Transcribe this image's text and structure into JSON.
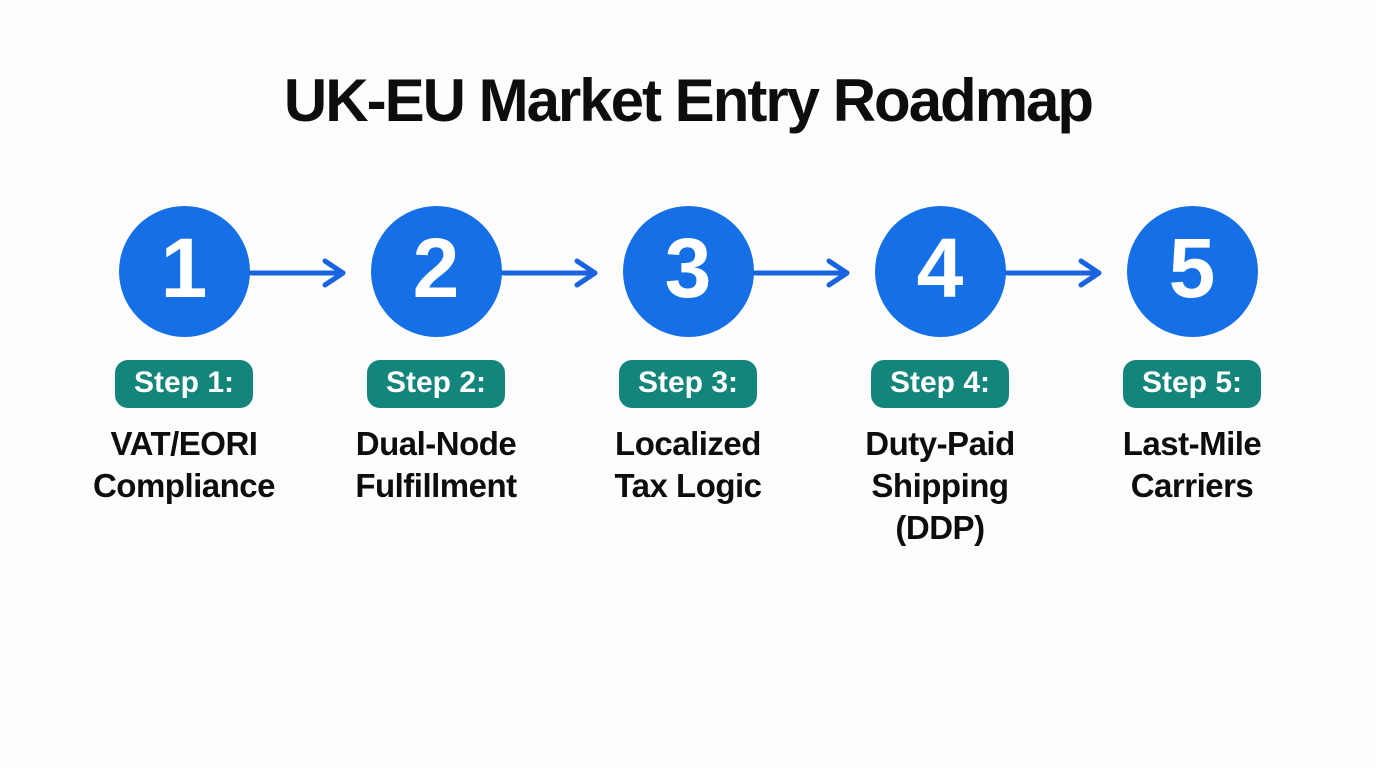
{
  "title": "UK-EU Market Entry Roadmap",
  "colors": {
    "circle_blue": "#1570E8",
    "arrow_blue": "#1A63DF",
    "badge_teal": "#13857A",
    "text_black": "#0D0D0D",
    "background": "#FDFDFD"
  },
  "icons": {
    "connector": "right-arrow-icon"
  },
  "steps": [
    {
      "number": "1",
      "badge": "Step 1:",
      "label": "VAT/EORI\nCompliance"
    },
    {
      "number": "2",
      "badge": "Step 2:",
      "label": "Dual-Node\nFulfillment"
    },
    {
      "number": "3",
      "badge": "Step 3:",
      "label": "Localized\nTax Logic"
    },
    {
      "number": "4",
      "badge": "Step 4:",
      "label": "Duty-Paid\nShipping\n(DDP)"
    },
    {
      "number": "5",
      "badge": "Step 5:",
      "label": "Last-Mile\nCarriers"
    }
  ]
}
